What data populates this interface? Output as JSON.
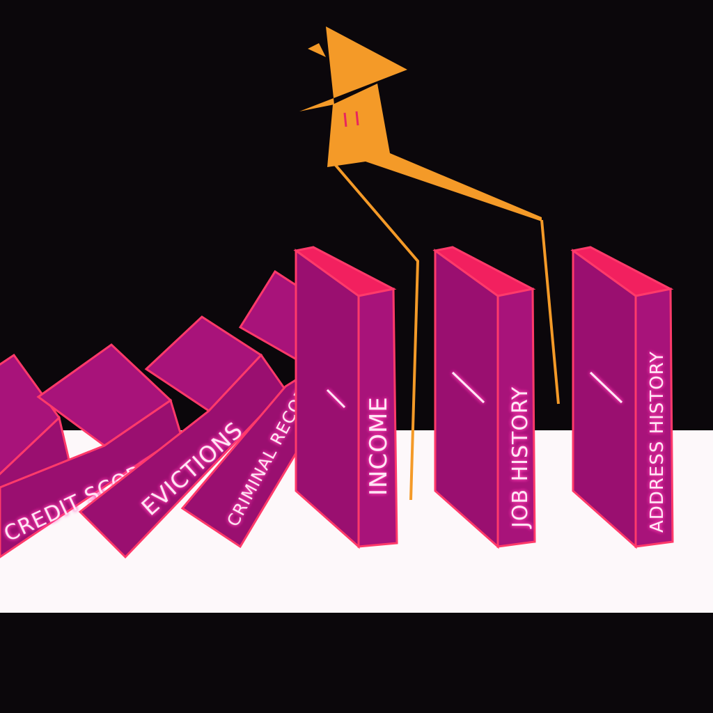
{
  "colors": {
    "background": "#0b070b",
    "floor": "#fdf8fa",
    "domino_face": "#a8137a",
    "domino_side": "#9a0f70",
    "domino_top": "#f2205f",
    "domino_edge": "#ff3a6a",
    "label_glow": "#ff4fb8",
    "figure": "#f49a28",
    "figure_mark": "#e8255f"
  },
  "dominoes": [
    {
      "label": "CREDIT SCORE"
    },
    {
      "label": "EVICTIONS"
    },
    {
      "label": "CRIMINAL RECORDS"
    },
    {
      "label": "INCOME"
    },
    {
      "label": "JOB HISTORY"
    },
    {
      "label": "ADDRESS HISTORY"
    }
  ]
}
